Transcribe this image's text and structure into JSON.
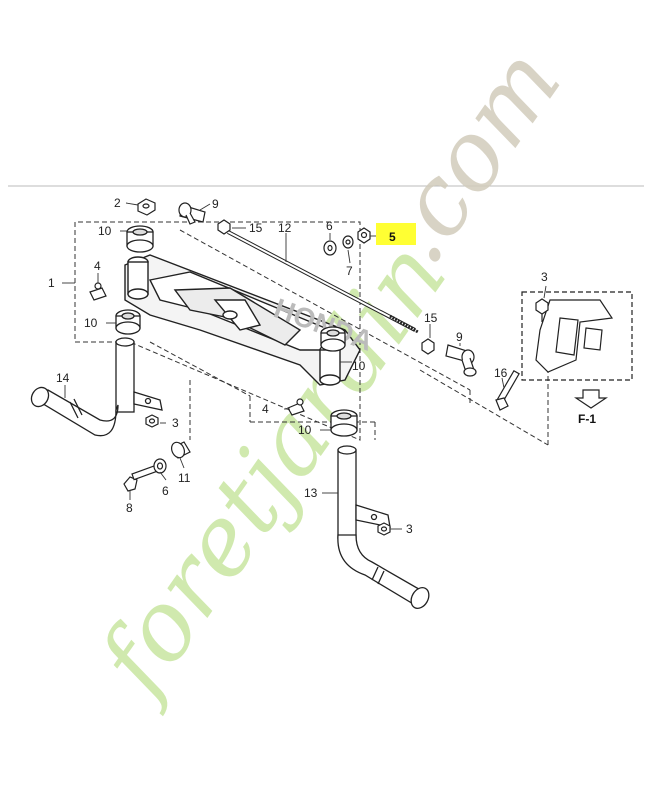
{
  "diagram": {
    "callouts": {
      "c1": "1",
      "c2": "2",
      "c3a": "3",
      "c3b": "3",
      "c3c": "3",
      "c4a": "4",
      "c4b": "4",
      "c5": "5",
      "c6a": "6",
      "c6b": "6",
      "c7": "7",
      "c8": "8",
      "c9a": "9",
      "c9b": "9",
      "c10a": "10",
      "c10b": "10",
      "c10c": "10",
      "c10d": "10",
      "c11": "11",
      "c12": "12",
      "c13": "13",
      "c14": "14",
      "c15a": "15",
      "c15b": "15",
      "c16": "16"
    },
    "highlighted_callout": "c5",
    "reference": "F-1",
    "frame_lettering": "HONDA"
  },
  "watermark": {
    "text_green": "foretjardin",
    "text_gray": ".com",
    "color_green": "#c8e6a0",
    "color_gray": "#d2ccbc"
  },
  "colors": {
    "highlight": "#ffff33",
    "line": "#222222"
  }
}
